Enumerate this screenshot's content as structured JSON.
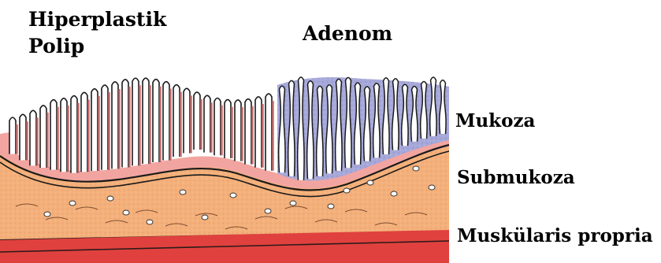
{
  "labels": {
    "hyperplastic_line1": "Hiperplastik",
    "hyperplastic_line2": "Polip",
    "adenoma": "Adenom",
    "mucosa": "Mukoza",
    "submucosa": "Submukoza",
    "muscularis": "Muskülaris propria"
  },
  "colors": {
    "mucosa_pink": "#f2a5a0",
    "submucosa_orange": "#f4b07a",
    "muscularis_red": "#e0413e",
    "adenoma_blue": "#a6a8d9",
    "outline": "#1a1a1a"
  }
}
